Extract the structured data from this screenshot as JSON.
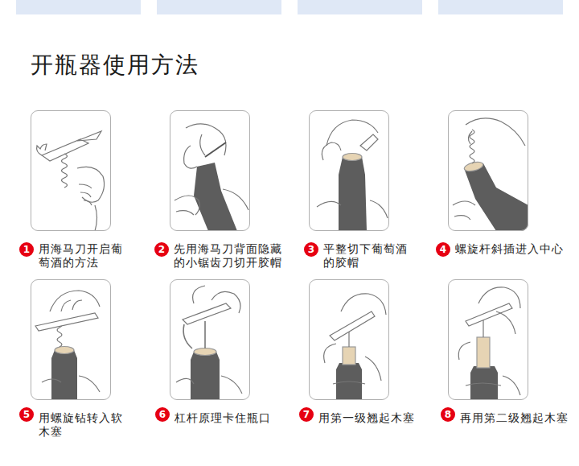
{
  "diagram": {
    "title": "开瓶器使用方法",
    "nodes": [
      {
        "text": [
          "用海马刀开启葡萄酒的方法"
        ]
      },
      {
        "text": [
          "1"
        ]
      },
      {
        "text": [
          "先用海马刀背面隐藏的小锯齿刀切开胶帽"
        ]
      },
      {
        "text": [
          "2"
        ]
      },
      {
        "text": [
          "平整切下葡萄酒的胶帽"
        ]
      },
      {
        "text": [
          "3"
        ]
      },
      {
        "text": [
          "螺旋杆斜插进入中心"
        ]
      },
      {
        "text": [
          "4"
        ]
      },
      {
        "text": [
          "用螺旋钻转入软木塞"
        ]
      },
      {
        "text": [
          "5"
        ]
      },
      {
        "text": [
          "杠杆原理卡住瓶口"
        ]
      },
      {
        "text": [
          "6"
        ]
      },
      {
        "text": [
          "用第一级翘起木塞"
        ]
      },
      {
        "text": [
          "7"
        ]
      },
      {
        "text": [
          "再用第二级翘起木塞"
        ]
      },
      {
        "text": [
          "8"
        ]
      }
    ]
  }
}
